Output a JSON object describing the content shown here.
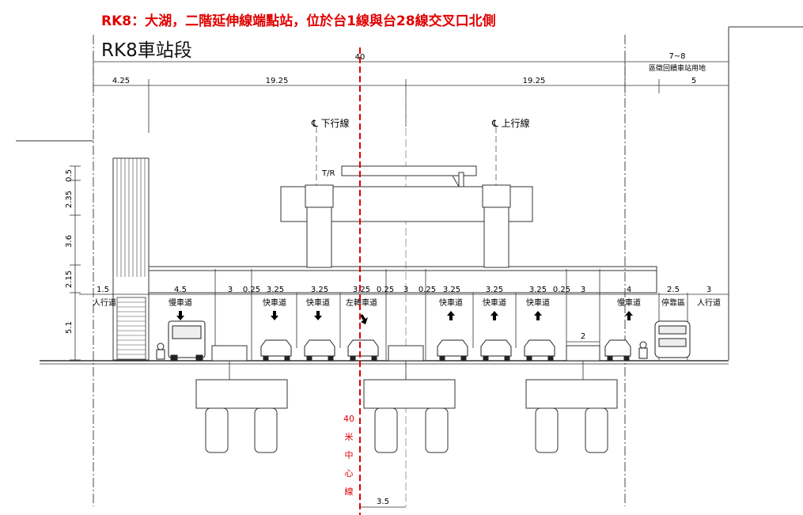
{
  "header": {
    "title": "RK8：大湖，二階延伸線端點站，位於台1線與台28線交叉口北側",
    "subtitle": "RK8車站段"
  },
  "top_dims": {
    "total": "40",
    "right_total": "7~8",
    "right_note": "區徵回饋車站用地",
    "right_sub": "5",
    "seg_left": "4.25",
    "seg_mid1": "19.25",
    "seg_mid2": "19.25"
  },
  "tracks": {
    "down": "℄ 下行線",
    "up": "℄ 上行線",
    "tr": "T/R"
  },
  "vertical_dims": [
    "0.5",
    "2.35",
    "3.6",
    "2.15",
    "5.1"
  ],
  "lane_widths": [
    "1.5",
    "4.5",
    "3",
    "0.25",
    "3.25",
    "3.25",
    "3.25",
    "0.25",
    "3",
    "0.25",
    "3.25",
    "3.25",
    "3.25",
    "0.25",
    "3",
    "4",
    "2.5",
    "3"
  ],
  "lane_labels": [
    "人行道",
    "慢車道",
    "快車道",
    "快車道",
    "左轉車道",
    "快車道",
    "快車道",
    "快車道",
    "慢車道",
    "停靠區",
    "人行道"
  ],
  "pier_dim": "2",
  "centerline": {
    "label_chars": [
      "40",
      "米",
      "中",
      "心",
      "線"
    ],
    "offset": "3.5"
  },
  "colors": {
    "accent_red": "#e00000",
    "line": "#333333"
  }
}
